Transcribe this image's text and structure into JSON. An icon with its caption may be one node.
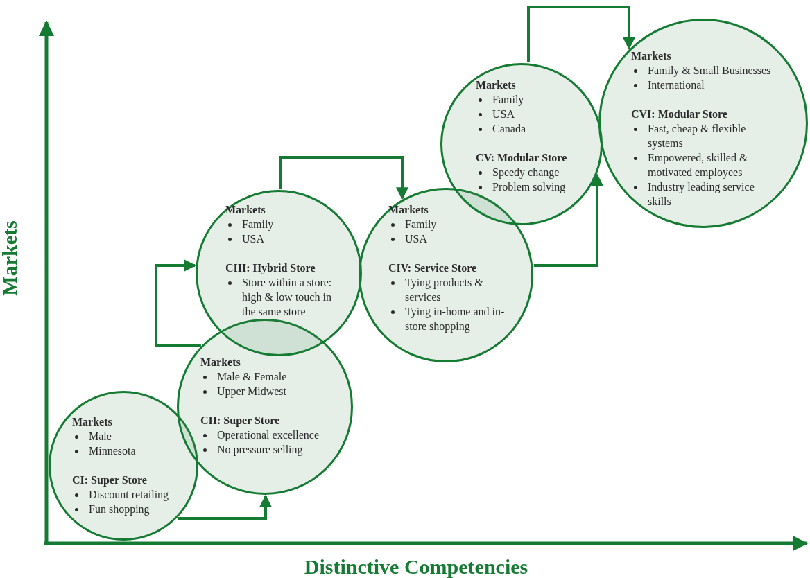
{
  "diagram": {
    "nodes": [
      {
        "text": [
          "Markets",
          "Male",
          "Minnesota",
          "CI: Super Store",
          "Discount retailing",
          "Fun shopping"
        ]
      },
      {
        "text": [
          "Markets",
          "Male & Female",
          "Upper Midwest",
          "CII: Super Store",
          "Operational excellence",
          "No pressure selling"
        ]
      },
      {
        "text": [
          "Markets",
          "Family",
          "USA",
          "CIII: Hybrid Store",
          "Store within a store: high & low touch in the same store"
        ]
      },
      {
        "text": [
          "Markets",
          "Family",
          "USA",
          "CIV: Service Store",
          "Tying products & services",
          "Tying in-home and in-store shopping"
        ]
      },
      {
        "text": [
          "Markets",
          "Family",
          "USA",
          "Canada",
          "CV: Modular Store",
          "Speedy change",
          "Problem solving"
        ]
      },
      {
        "text": [
          "Markets",
          "Family & Small Businesses",
          "International",
          "CVI: Modular Store",
          "Fast, cheap & flexible systems",
          "Empowered, skilled & motivated employees",
          "Industry leading service skills"
        ]
      }
    ],
    "edges": [
      {
        "from": 0,
        "to": 1,
        "arrow": "to"
      },
      {
        "from": 1,
        "to": 2,
        "arrow": "to"
      },
      {
        "from": 2,
        "to": 3,
        "arrow": "to"
      },
      {
        "from": 3,
        "to": 4,
        "arrow": "to"
      },
      {
        "from": 4,
        "to": 5,
        "arrow": "to"
      }
    ],
    "labels": [
      "Markets",
      "Distinctive Competencies"
    ]
  }
}
